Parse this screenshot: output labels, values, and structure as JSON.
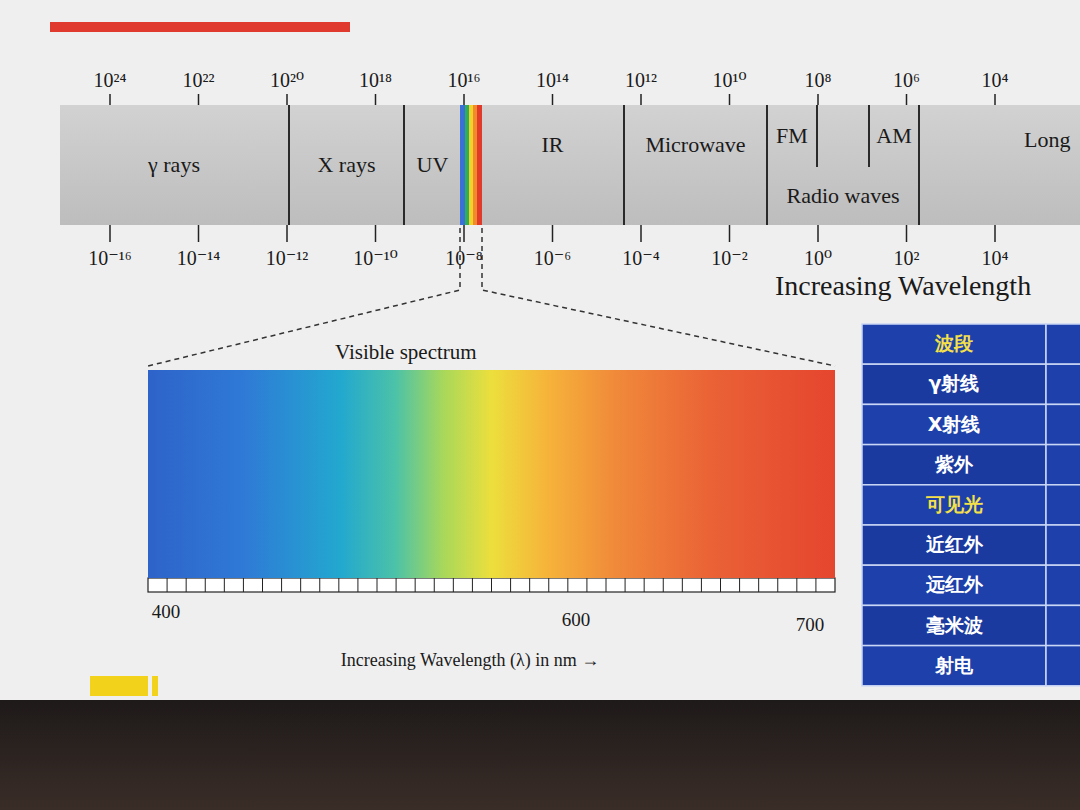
{
  "diagram": {
    "nodes": [
      {
        "text": [
          "γ rays"
        ]
      },
      {
        "text": [
          "X rays"
        ]
      },
      {
        "text": [
          "UV"
        ]
      },
      {
        "text": [
          "IR"
        ]
      },
      {
        "text": [
          "Microwave"
        ]
      },
      {
        "text": [
          "Radio waves"
        ]
      },
      {
        "text": [
          "FM"
        ],
        "in": 5
      },
      {
        "text": [
          "AM"
        ],
        "in": 5
      },
      {
        "text": [
          "Long"
        ]
      },
      {
        "text": [
          "Visible spectrum"
        ]
      }
    ],
    "labels": [
      "10²⁴",
      "10²²",
      "10²⁰",
      "10¹⁸",
      "10¹⁶",
      "10¹⁴",
      "10¹²",
      "10¹⁰",
      "10⁸",
      "10⁶",
      "10⁴",
      "10⁻¹⁶",
      "10⁻¹⁴",
      "10⁻¹²",
      "10⁻¹⁰",
      "10⁻⁸",
      "10⁻⁶",
      "10⁻⁴",
      "10⁻²",
      "10⁰",
      "10²",
      "10⁴",
      "Increasing Wavelength",
      "400",
      "600",
      "700",
      "Increasing Wavelength (λ) in nm →",
      "波段",
      "γ射线",
      "X射线",
      "紫外",
      "可见光",
      "近红外",
      "远红外",
      "毫米波",
      "射电"
    ]
  }
}
